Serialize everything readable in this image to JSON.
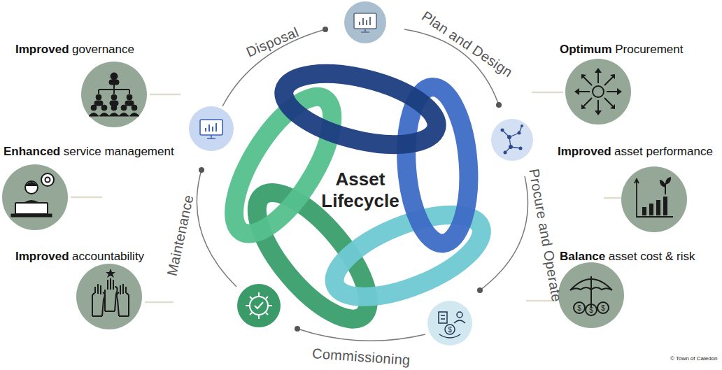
{
  "diagram": {
    "nodes": [
      {
        "text": [
          "Improved",
          "governance"
        ]
      },
      {
        "text": [
          "Optimum",
          "Procurement"
        ]
      },
      {
        "text": [
          "Enhanced",
          "service management"
        ]
      },
      {
        "text": [
          "Asset Lifecycle"
        ]
      },
      {
        "text": [
          "Improved",
          "asset performance"
        ]
      },
      {
        "text": [
          "Improved",
          "accountability"
        ]
      },
      {
        "text": [
          "Balance",
          "asset cost & risk"
        ]
      }
    ],
    "labels": [
      "Disposal",
      "Plan and Design",
      "Procure and Operate",
      "Commissioning",
      "Maintenance",
      "© Town of Caledon"
    ]
  }
}
